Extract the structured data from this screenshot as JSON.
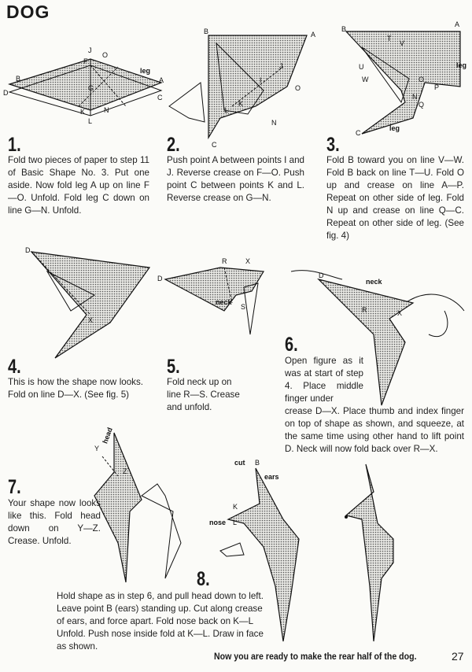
{
  "title": "DOG",
  "steps": [
    {
      "number": "1.",
      "text": "Fold two pieces of paper to step 11 of Basic Shape No. 3. Put one aside. Now fold leg A up on line F—O. Unfold. Fold leg C down on line G—N. Unfold."
    },
    {
      "number": "2.",
      "text": "Push point A between points I and J. Reverse crease on F—O. Push point C between points K and L. Reverse crease on G—N."
    },
    {
      "number": "3.",
      "text": "Fold B toward you on line V—W. Fold B back on line T—U. Fold O up and crease on line A—P. Repeat on other side of leg. Fold N up and crease on line Q—C. Repeat on other side of leg. (See fig. 4)"
    },
    {
      "number": "4.",
      "text": "This is how the shape now looks. Fold on line D—X. (See fig. 5)"
    },
    {
      "number": "5.",
      "text": "Fold neck up on line R—S. Crease and unfold."
    },
    {
      "number": "6.",
      "text_a": "Open figure as it was at start of step 4. Place middle finger under",
      "text_b": "crease D—X. Place thumb and index finger on top of shape as shown, and squeeze, at the same time using other hand to lift point D. Neck will now fold back over R—X."
    },
    {
      "number": "7.",
      "text": "Your shape now looks like this. Fold head down on Y—Z. Crease. Unfold."
    },
    {
      "number": "8.",
      "text": "Hold shape as in step 6, and pull head down to left. Leave point B (ears) standing up. Cut along crease of ears, and force apart. Fold nose back on K—L Unfold. Push nose inside fold at K—L. Draw in face as shown."
    }
  ],
  "figures": {
    "fig1": [
      "J",
      "F",
      "O",
      "B",
      "leg",
      "A",
      "D",
      "G",
      "C",
      "K",
      "N",
      "L"
    ],
    "fig2": [
      "B",
      "A",
      "J",
      "I",
      "O",
      "K",
      "L",
      "N",
      "C"
    ],
    "fig3": [
      "B",
      "T",
      "V",
      "A",
      "U",
      "W",
      "leg",
      "P",
      "O",
      "N",
      "Q",
      "C",
      "leg"
    ],
    "fig4": [
      "D",
      "X"
    ],
    "fig5": [
      "R",
      "X",
      "D",
      "neck",
      "S"
    ],
    "fig6": [
      "D",
      "neck",
      "R",
      "X"
    ],
    "fig7": [
      "head",
      "Y",
      "Z"
    ],
    "fig8": [
      "cut",
      "B",
      "ears",
      "K",
      "nose",
      "L"
    ]
  },
  "footer": "Now you are ready to make the rear half of the dog.",
  "page_number": "27",
  "colors": {
    "ink": "#1a1a1a",
    "paper": "#fbfbf8",
    "shade": "#9a9a9a"
  }
}
